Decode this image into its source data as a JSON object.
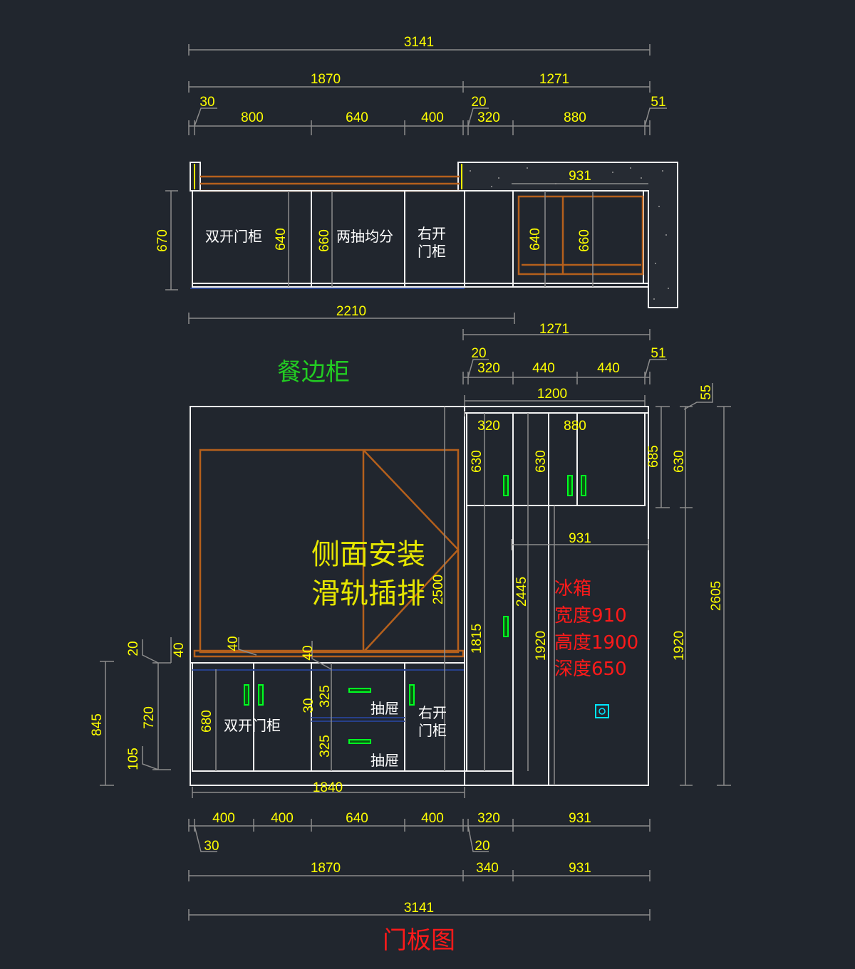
{
  "titles": {
    "sideboard": "餐边柜",
    "door_panel": "门板图"
  },
  "colors": {
    "background": "#21262e",
    "dimension_text": "#ffff00",
    "fridge_text": "#ff1a1a",
    "section_title_top": "#22cc22",
    "section_title_bottom": "#ff1a1a",
    "wood": "#b5601c",
    "handle": "#00ff22"
  },
  "top_dims": [
    "3141",
    "1870",
    "1271",
    "30",
    "800",
    "640",
    "400",
    "20",
    "320",
    "880",
    "51"
  ],
  "plan": {
    "labels": [
      "双开门柜",
      "两抽均分",
      "右开",
      "门柜"
    ],
    "dims": [
      "640",
      "660",
      "931",
      "640",
      "660",
      "670",
      "2210"
    ]
  },
  "mid_dims": [
    "1271",
    "20",
    "51",
    "320",
    "440",
    "440",
    "1200",
    "55"
  ],
  "elevation": {
    "big_text": [
      "侧面安装",
      "滑轨插排"
    ],
    "labels": [
      "双开门柜",
      "抽屉",
      "抽屉",
      "右开",
      "门柜"
    ],
    "dims": [
      "2500",
      "680",
      "325",
      "325",
      "30",
      "40",
      "40",
      "40",
      "20",
      "720",
      "105",
      "845",
      "1840"
    ],
    "right_dims": [
      "320",
      "880",
      "630",
      "630",
      "685",
      "630",
      "931",
      "2445",
      "1815",
      "1920",
      "1920",
      "2605"
    ],
    "fridge": [
      "冰箱",
      "宽度910",
      "高度1900",
      "深度650"
    ]
  },
  "bottom_dims": [
    "400",
    "400",
    "640",
    "400",
    "320",
    "931",
    "30",
    "20",
    "1870",
    "340",
    "931",
    "3141"
  ]
}
